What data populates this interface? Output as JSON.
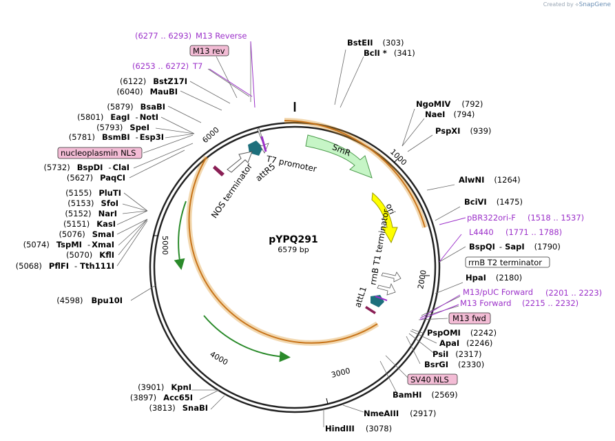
{
  "credit": {
    "prefix": "Created by",
    "brand": "SnapGene"
  },
  "plasmid": {
    "name": "pYPQ291",
    "length_label": "6579 bp"
  },
  "ticks": [
    "1000",
    "2000",
    "3000",
    "4000",
    "5000",
    "6000"
  ],
  "features": {
    "smr": "SmR",
    "ori": "ori",
    "rrnb_t1": "rrnB T1 terminator",
    "attl1": "attL1",
    "attr5": "attR5",
    "t7_promoter": "T7 promoter",
    "nos": "NOS terminator"
  },
  "boxed": {
    "m13rev": "M13 rev",
    "nucleoplasmin": "nucleoplasmin NLS",
    "rrnb_t2": "rrnB T2 terminator",
    "m13fwd": "M13 fwd",
    "sv40": "SV40 NLS"
  },
  "primers": {
    "m13reverse": {
      "range": "(6277 .. 6293)",
      "name": "M13 Reverse"
    },
    "t7": {
      "range": "(6253 .. 6272)",
      "name": "T7"
    },
    "pbr322": {
      "name": "pBR322ori-F",
      "range": "(1518 .. 1537)"
    },
    "l4440": {
      "name": "L4440",
      "range": "(1771 .. 1788)"
    },
    "m13puc": {
      "name": "M13/pUC Forward",
      "range": "(2201 .. 2223)"
    },
    "m13forward": {
      "name": "M13 Forward",
      "range": "(2215 .. 2232)"
    }
  },
  "sites": {
    "bsteii": {
      "name": "BstEII",
      "pos": "(303)"
    },
    "bcli": {
      "name": "BclI *",
      "pos": "(341)"
    },
    "ngomiv": {
      "name": "NgoMIV",
      "pos": "(792)"
    },
    "naei": {
      "name": "NaeI",
      "pos": "(794)"
    },
    "pspxi": {
      "name": "PspXI",
      "pos": "(939)"
    },
    "alwni": {
      "name": "AlwNI",
      "pos": "(1264)"
    },
    "bcivi": {
      "name": "BciVI",
      "pos": "(1475)"
    },
    "bspqi": {
      "name": "BspQI",
      "sep": "-",
      "name2": "SapI",
      "pos": "(1790)"
    },
    "hpai": {
      "name": "HpaI",
      "pos": "(2180)"
    },
    "pspomi": {
      "name": "PspOMI",
      "pos": "(2242)"
    },
    "apai": {
      "name": "ApaI",
      "pos": "(2246)"
    },
    "psii": {
      "name": "PsiI",
      "pos": "(2317)"
    },
    "bsrgi": {
      "name": "BsrGI",
      "pos": "(2330)"
    },
    "bamhi": {
      "name": "BamHI",
      "pos": "(2569)"
    },
    "nmeaiii": {
      "name": "NmeAIII",
      "pos": "(2917)"
    },
    "hindiii": {
      "name": "HindIII",
      "pos": "(3078)"
    },
    "kpni": {
      "pos": "(3901)",
      "name": "KpnI"
    },
    "acc65i": {
      "pos": "(3897)",
      "name": "Acc65I"
    },
    "snabi": {
      "pos": "(3813)",
      "name": "SnaBI"
    },
    "bpu10i": {
      "pos": "(4598)",
      "name": "Bpu10I"
    },
    "pflfi": {
      "pos": "(5068)",
      "name": "PflFI",
      "sep": "-",
      "name2": "Tth111I"
    },
    "kfli": {
      "pos": "(5070)",
      "name": "KflI"
    },
    "tspmi": {
      "pos": "(5074)",
      "name": "TspMI",
      "sep": "-",
      "name2": "XmaI"
    },
    "smai": {
      "pos": "(5076)",
      "name": "SmaI"
    },
    "kasi": {
      "pos": "(5151)",
      "name": "KasI"
    },
    "nari": {
      "pos": "(5152)",
      "name": "NarI"
    },
    "sfoi": {
      "pos": "(5153)",
      "name": "SfoI"
    },
    "pluti": {
      "pos": "(5155)",
      "name": "PluTI"
    },
    "paqci": {
      "pos": "(5627)",
      "name": "PaqCI"
    },
    "bspdi": {
      "pos": "(5732)",
      "name": "BspDI",
      "sep": "-",
      "name2": "ClaI"
    },
    "bsmbi": {
      "pos": "(5781)",
      "name": "BsmBI",
      "sep": "-",
      "name2": "Esp3I"
    },
    "spei": {
      "pos": "(5793)",
      "name": "SpeI"
    },
    "eagi": {
      "pos": "(5801)",
      "name": "EagI",
      "sep": "-",
      "name2": "NotI"
    },
    "bsabi": {
      "pos": "(5879)",
      "name": "BsaBI"
    },
    "maubi": {
      "pos": "(6040)",
      "name": "MauBI"
    },
    "bstz17i": {
      "pos": "(6122)",
      "name": "BstZ17I"
    }
  },
  "colors": {
    "primer": "#9b2fc9",
    "orf_fill": "#f2c98a",
    "orf_stroke": "#d98f1e",
    "smr_fill": "#c6f5c6",
    "ori_fill": "#ffff00",
    "att_fill": "#1d6f7c",
    "box_fill": "#f3bcd5"
  }
}
